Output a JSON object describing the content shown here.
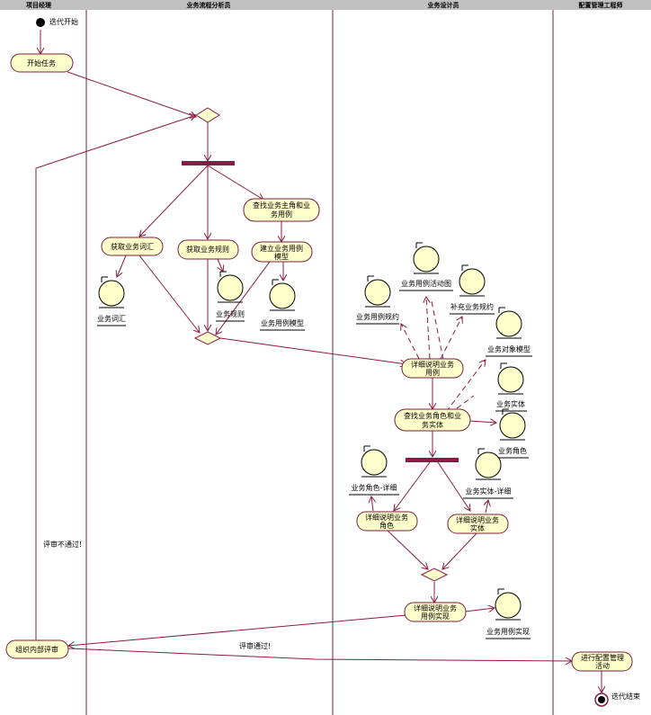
{
  "swimlanes": [
    "项目经理",
    "业务流程分析员",
    "业务设计员",
    "配置管理工程师"
  ],
  "states": {
    "start": "迭代开始",
    "end": "迭代结束"
  },
  "activities": {
    "start_task": "开始任务",
    "find_actors_1": "查找业务主角和业",
    "find_actors_2": "务用例",
    "capture_vocab": "获取业务词汇",
    "capture_rules": "获取业务规则",
    "build_model_1": "建立业务用例",
    "build_model_2": "模型",
    "detail_uc_1": "详细说明业务",
    "detail_uc_2": "用例",
    "find_workers_1": "查找业务角色和业",
    "find_workers_2": "务实体",
    "detail_worker_1": "详细说明业务",
    "detail_worker_2": "角色",
    "detail_entity_1": "详细说明业务",
    "detail_entity_2": "实体",
    "detail_real_1": "详细说明业务",
    "detail_real_2": "用例实现",
    "review": "组织内部评审",
    "config_1": "进行配置管理",
    "config_2": "活动"
  },
  "objects": {
    "glossary": "业务词汇",
    "rules": "业务规则",
    "uc_model": "业务用例模型",
    "activity_diagram": "业务用例活动图",
    "uc_spec": "业务用例规约",
    "supp_spec": "补充业务规约",
    "object_model": "业务对象模型",
    "entity": "业务实体",
    "worker": "业务角色",
    "worker_detail": "业务角色-详细",
    "entity_detail": "业务实体-详细",
    "realization": "业务用例实现"
  },
  "guards": {
    "fail": "评审不通过!",
    "pass": "评审通过!"
  },
  "colors": {
    "activity_fill": "#ffffcc",
    "edge": "#8b1a45",
    "fork_bar": "#8b1a45",
    "header_bg": "#c0c0c0"
  }
}
